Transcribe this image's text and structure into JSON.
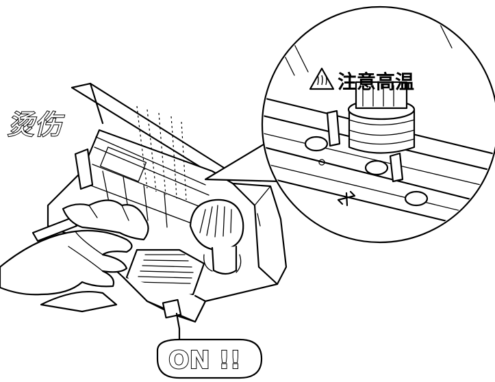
{
  "labels": {
    "burn_text": "烫伤",
    "caution_text": "注意高温",
    "power_text": "ON !!"
  },
  "icons": {
    "warning": "hot-surface-warning-icon",
    "arrow": "paper-direction-arrow-icon"
  },
  "colors": {
    "ink": "#000000",
    "paper": "#ffffff"
  }
}
